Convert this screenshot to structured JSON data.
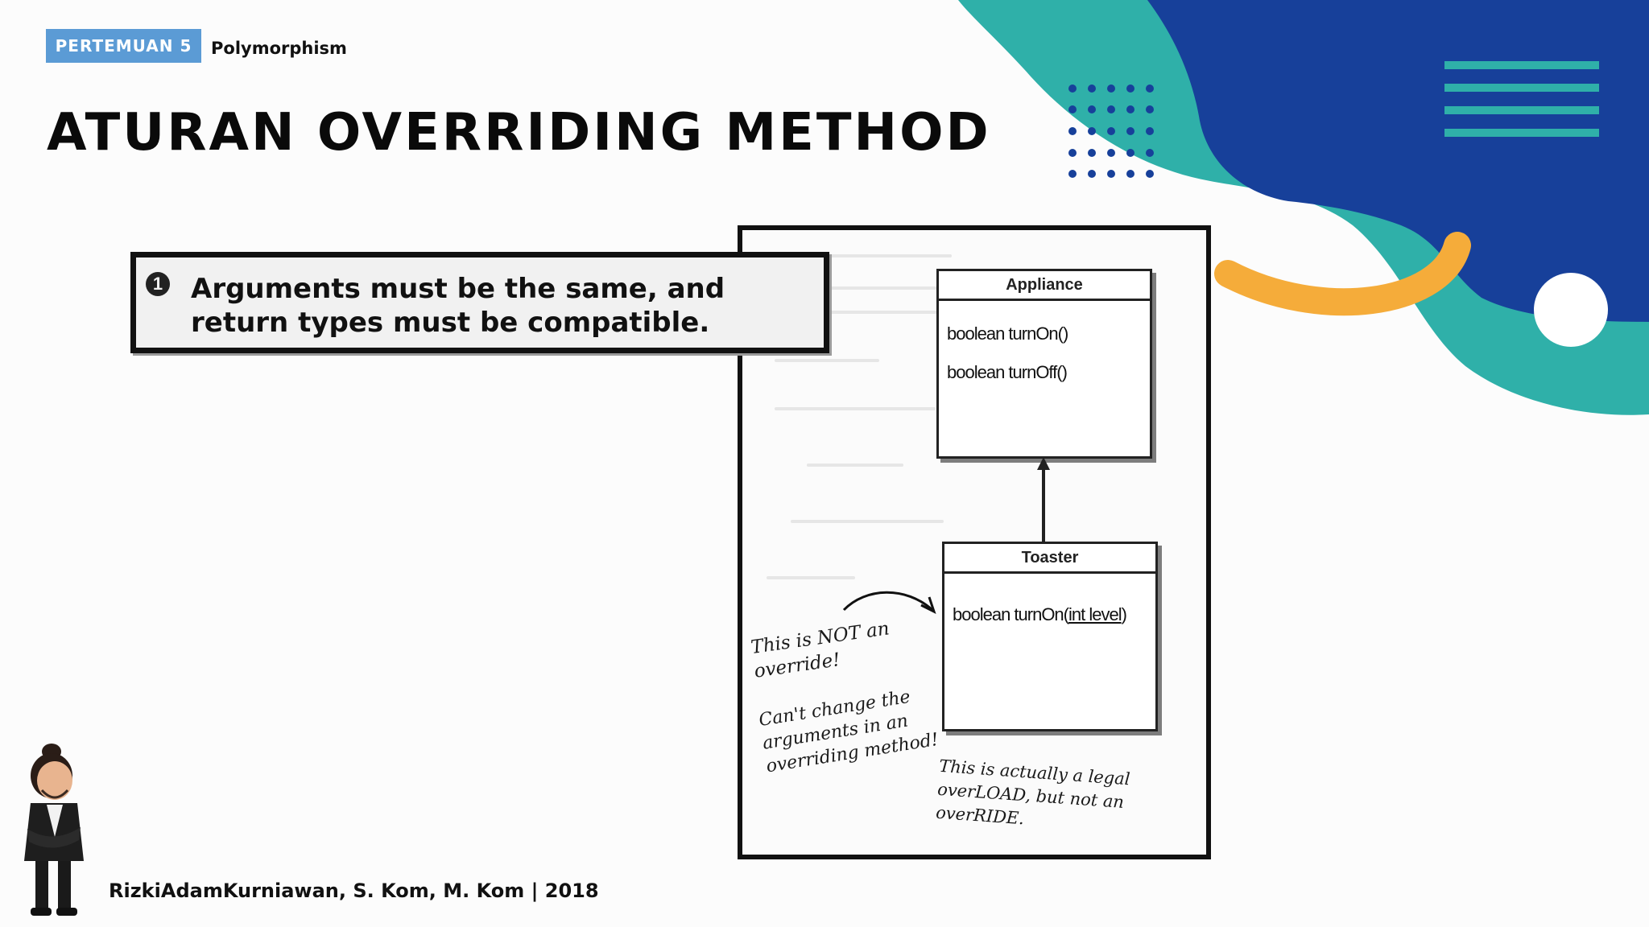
{
  "header": {
    "badge": "PERTEMUAN 5",
    "topic": "Polymorphism",
    "title": "ATURAN OVERRIDING METHOD"
  },
  "rule": {
    "number": "1",
    "text": "Arguments must be the same, and return types must be compatible."
  },
  "diagram": {
    "appliance": {
      "name": "Appliance",
      "methods": [
        "boolean turnOn()",
        "boolean turnOff()"
      ]
    },
    "toaster": {
      "name": "Toaster",
      "method_prefix": "boolean turnOn(",
      "method_arg": "int level",
      "method_suffix": ")"
    },
    "notes": {
      "not_override": [
        "This is NOT an",
        "override!"
      ],
      "cant_change": [
        "Can't change the",
        "arguments in an",
        "overriding method!"
      ],
      "legal_overload": [
        "This is actually a legal",
        "overLOAD, but not an",
        "overRIDE."
      ]
    }
  },
  "footer": {
    "credit": "RizkiAdamKurniawan, S. Kom, M. Kom | 2018"
  },
  "colors": {
    "badge": "#5b9bd5",
    "navy": "#17409a",
    "teal": "#2fb0a9",
    "orange": "#f5ac3a"
  }
}
